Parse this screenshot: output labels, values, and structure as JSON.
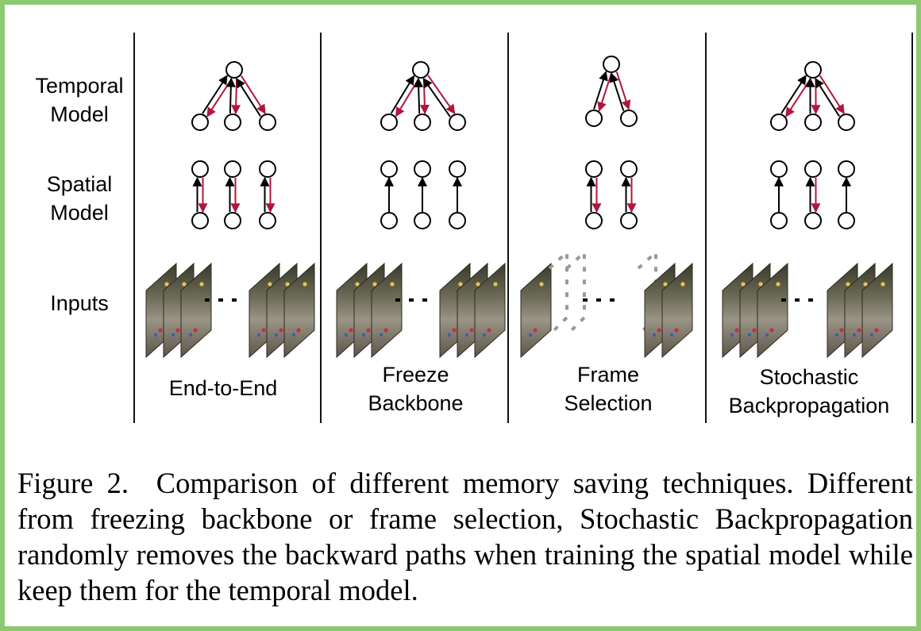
{
  "figure": {
    "row_labels": {
      "temporal": "Temporal\nModel",
      "spatial": "Spatial\nModel",
      "inputs": "Inputs"
    },
    "panels": [
      {
        "label": "End-to-End"
      },
      {
        "label": "Freeze\nBackbone"
      },
      {
        "label": "Frame\nSelection"
      },
      {
        "label": "Stochastic\nBackpropagation"
      }
    ],
    "colors": {
      "forward": "#000000",
      "backward": "#b0163c",
      "frame_border": "#8cc971"
    }
  },
  "caption": {
    "label": "Figure 2.",
    "text": "Comparison of different memory saving techniques. Different from freezing backbone or frame selection, Stochastic Backpropagation randomly removes the backward paths when training the spatial model while keep them for the temporal model."
  }
}
